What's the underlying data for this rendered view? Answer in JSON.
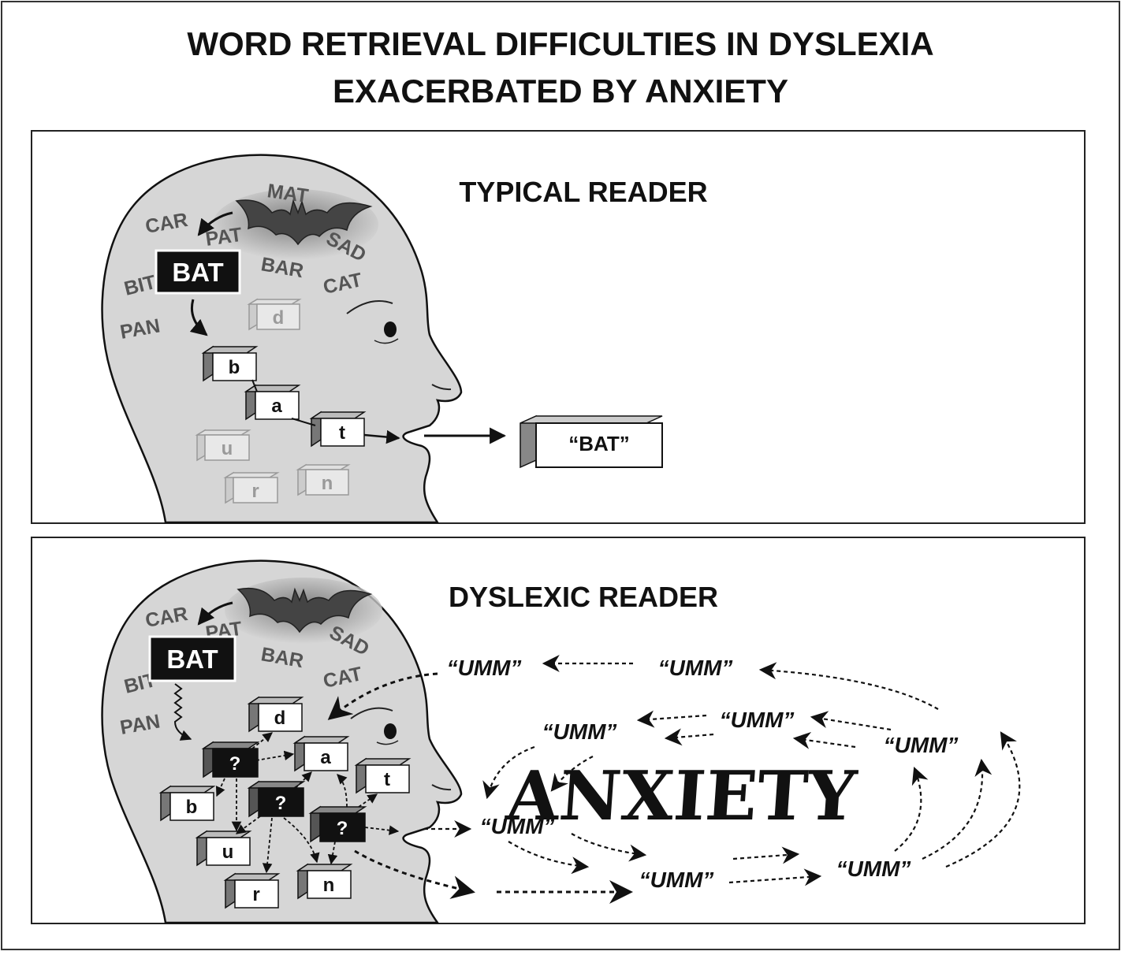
{
  "title": {
    "line1": "WORD RETRIEVAL DIFFICULTIES IN DYSLEXIA",
    "line2": "EXACERBATED BY ANXIETY"
  },
  "typical": {
    "heading": "TYPICAL READER",
    "words": [
      "MAT",
      "CAR",
      "PAT",
      "SAD",
      "BAR",
      "BIT",
      "CAT",
      "PAN"
    ],
    "target_word": "BAT",
    "letters_active": [
      "b",
      "a",
      "t"
    ],
    "letters_inactive": [
      "d",
      "u",
      "r",
      "n"
    ],
    "output": "“BAT”"
  },
  "dyslexic": {
    "heading": "DYSLEXIC READER",
    "words": [
      "CAR",
      "PAT",
      "SAD",
      "BAR",
      "BIT",
      "CAT",
      "PAN"
    ],
    "target_word": "BAT",
    "unknown_mark": "?",
    "letters": [
      "d",
      "a",
      "t",
      "b",
      "u",
      "r",
      "n"
    ],
    "filler": "“UMM”",
    "center_word": "ANXIETY"
  },
  "colors": {
    "head_fill": "#d6d6d6",
    "outline": "#111111",
    "faded": "#9a9a9a"
  },
  "icons": [
    "bat-icon",
    "head-silhouette-icon"
  ]
}
